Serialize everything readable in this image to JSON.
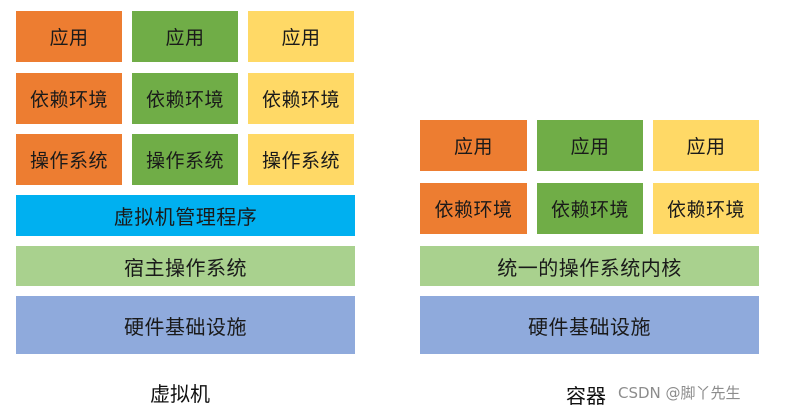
{
  "left": {
    "caption": "虚拟机",
    "rows": [
      [
        "应用",
        "应用",
        "应用"
      ],
      [
        "依赖环境",
        "依赖环境",
        "依赖环境"
      ],
      [
        "操作系统",
        "操作系统",
        "操作系统"
      ]
    ],
    "hypervisor": "虚拟机管理程序",
    "host_os": "宿主操作系统",
    "hardware": "硬件基础设施"
  },
  "right": {
    "caption": "容器",
    "rows": [
      [
        "应用",
        "应用",
        "应用"
      ],
      [
        "依赖环境",
        "依赖环境",
        "依赖环境"
      ]
    ],
    "kernel": "统一的操作系统内核",
    "hardware": "硬件基础设施"
  },
  "watermark": "CSDN @脚丫先生",
  "colors": {
    "orange": "#ed7d31",
    "green": "#70ad47",
    "yellow": "#ffd966",
    "blue": "#00b0f0",
    "light_green": "#a9d18e",
    "steel_blue": "#8faadc"
  }
}
